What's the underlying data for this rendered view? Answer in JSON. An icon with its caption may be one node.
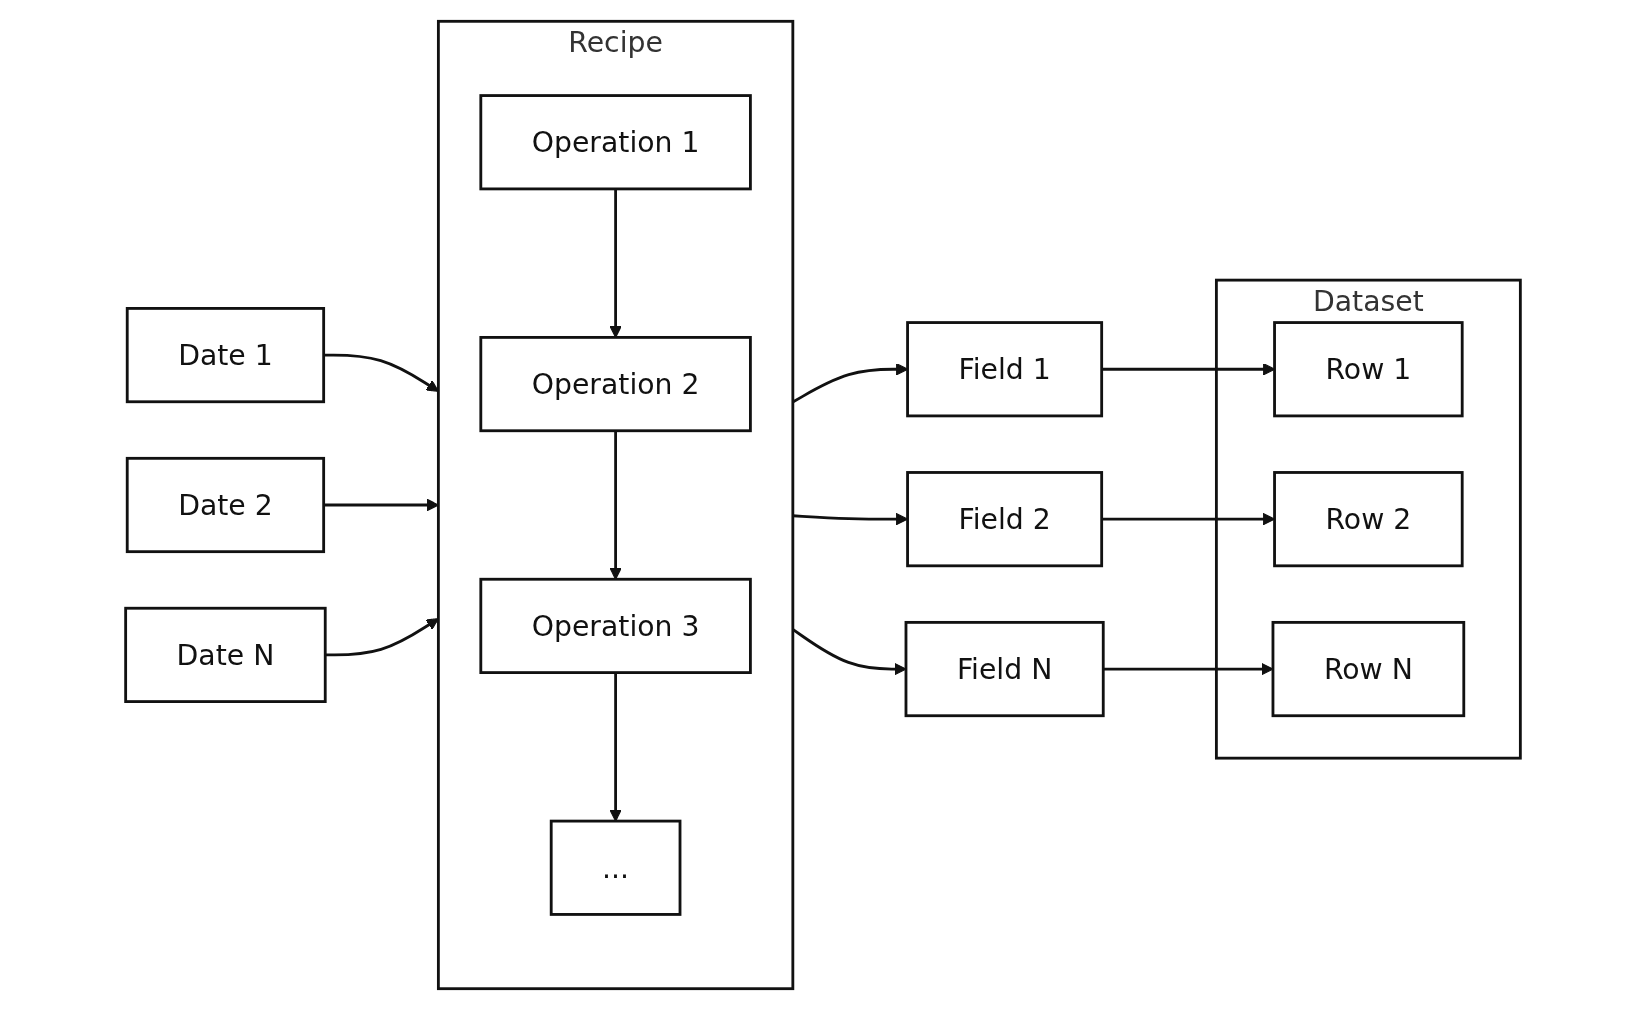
{
  "diagram": {
    "nodes": [
      {
        "text": [
          "Recipe"
        ]
      },
      {
        "text": [
          "Operation 1"
        ],
        "in": 0
      },
      {
        "text": [
          "Operation 2"
        ],
        "in": 0
      },
      {
        "text": [
          "Operation 3"
        ],
        "in": 0
      },
      {
        "text": [
          "..."
        ],
        "in": 0
      },
      {
        "text": [
          "Date 1"
        ]
      },
      {
        "text": [
          "Date 2"
        ]
      },
      {
        "text": [
          "Date N"
        ]
      },
      {
        "text": [
          "Field 1"
        ]
      },
      {
        "text": [
          "Field 2"
        ]
      },
      {
        "text": [
          "Field N"
        ]
      },
      {
        "text": [
          "Dataset"
        ]
      },
      {
        "text": [
          "Row 1"
        ],
        "in": 11
      },
      {
        "text": [
          "Row 2"
        ],
        "in": 11
      },
      {
        "text": [
          "Row N"
        ],
        "in": 11
      }
    ],
    "edges": [
      {
        "from": 5,
        "to": 0,
        "arrow": "to"
      },
      {
        "from": 6,
        "to": 0,
        "arrow": "to"
      },
      {
        "from": 7,
        "to": 0,
        "arrow": "to"
      },
      {
        "from": 1,
        "to": 2,
        "arrow": "to"
      },
      {
        "from": 2,
        "to": 3,
        "arrow": "to"
      },
      {
        "from": 3,
        "to": 4,
        "arrow": "to"
      },
      {
        "from": 0,
        "to": 8,
        "arrow": "to"
      },
      {
        "from": 0,
        "to": 9,
        "arrow": "to"
      },
      {
        "from": 0,
        "to": 10,
        "arrow": "to"
      },
      {
        "from": 8,
        "to": 12,
        "arrow": "to"
      },
      {
        "from": 9,
        "to": 13,
        "arrow": "to"
      },
      {
        "from": 10,
        "to": 14,
        "arrow": "to"
      }
    ]
  }
}
